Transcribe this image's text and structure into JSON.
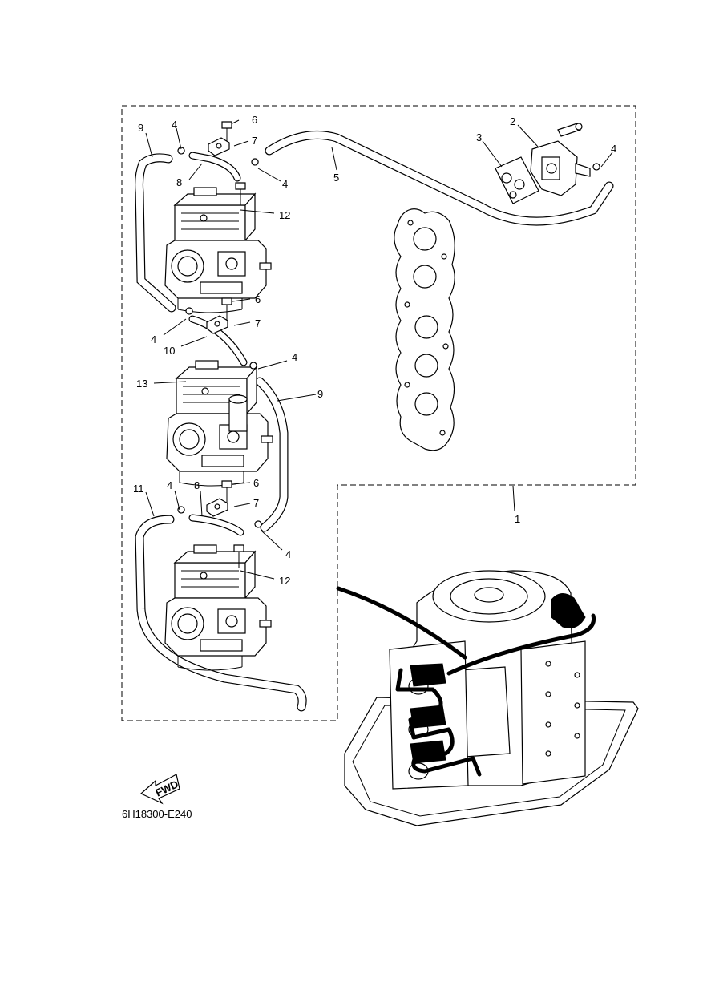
{
  "diagram": {
    "part_code": "6H18300-E240",
    "fwd_label": "FWD",
    "callouts": {
      "c1": "1",
      "c2": "2",
      "c3": "3",
      "c4a": "4",
      "c4b": "4",
      "c4c": "4",
      "c4d": "4",
      "c4e": "4",
      "c4f": "4",
      "c4g": "4",
      "c5": "5",
      "c6a": "6",
      "c6b": "6",
      "c6c": "6",
      "c7a": "7",
      "c7b": "7",
      "c7c": "7",
      "c8a": "8",
      "c8b": "8",
      "c9a": "9",
      "c9b": "9",
      "c10": "10",
      "c11": "11",
      "c12a": "12",
      "c12b": "12",
      "c13": "13"
    }
  }
}
